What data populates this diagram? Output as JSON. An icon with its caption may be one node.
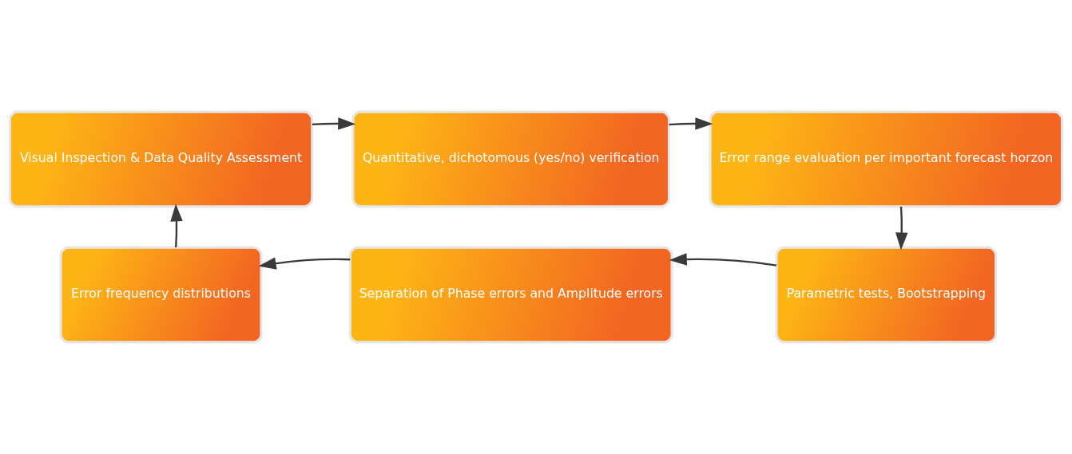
{
  "diagram": {
    "nodes": [
      {
        "text": [
          "Visual Inspection & Data Quality Assessment"
        ]
      },
      {
        "text": [
          "Quantitative, dichotomous (yes/no) verification"
        ]
      },
      {
        "text": [
          "Error range evaluation per important forecast horzon"
        ]
      },
      {
        "text": [
          "Parametric tests, Bootstrapping"
        ]
      },
      {
        "text": [
          "Separation of Phase errors and Amplitude errors"
        ]
      },
      {
        "text": [
          "Error frequency distributions"
        ]
      }
    ],
    "edges": [
      {
        "from": 0,
        "to": 1,
        "arrow": "to"
      },
      {
        "from": 1,
        "to": 2,
        "arrow": "to"
      },
      {
        "from": 2,
        "to": 3,
        "arrow": "to"
      },
      {
        "from": 3,
        "to": 4,
        "arrow": "to"
      },
      {
        "from": 4,
        "to": 5,
        "arrow": "to"
      },
      {
        "from": 5,
        "to": 0,
        "arrow": "to"
      }
    ]
  }
}
